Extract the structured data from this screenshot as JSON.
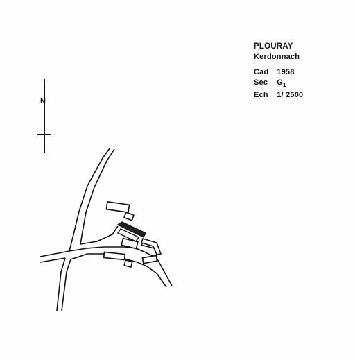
{
  "header": {
    "commune": "PLOURAY",
    "lieu_dit": "Kerdonnach"
  },
  "info": {
    "cadastre_label": "Cad",
    "cadastre_year": "1958",
    "section_label": "Sec",
    "section_value": "G",
    "section_sub": "1",
    "scale_label": "Ech",
    "scale_value": "1/ 2500"
  },
  "north_arrow": {
    "label": "N"
  },
  "colors": {
    "background": "#fdfdfd",
    "ink": "#111111",
    "highlighted_building": "#222222"
  }
}
